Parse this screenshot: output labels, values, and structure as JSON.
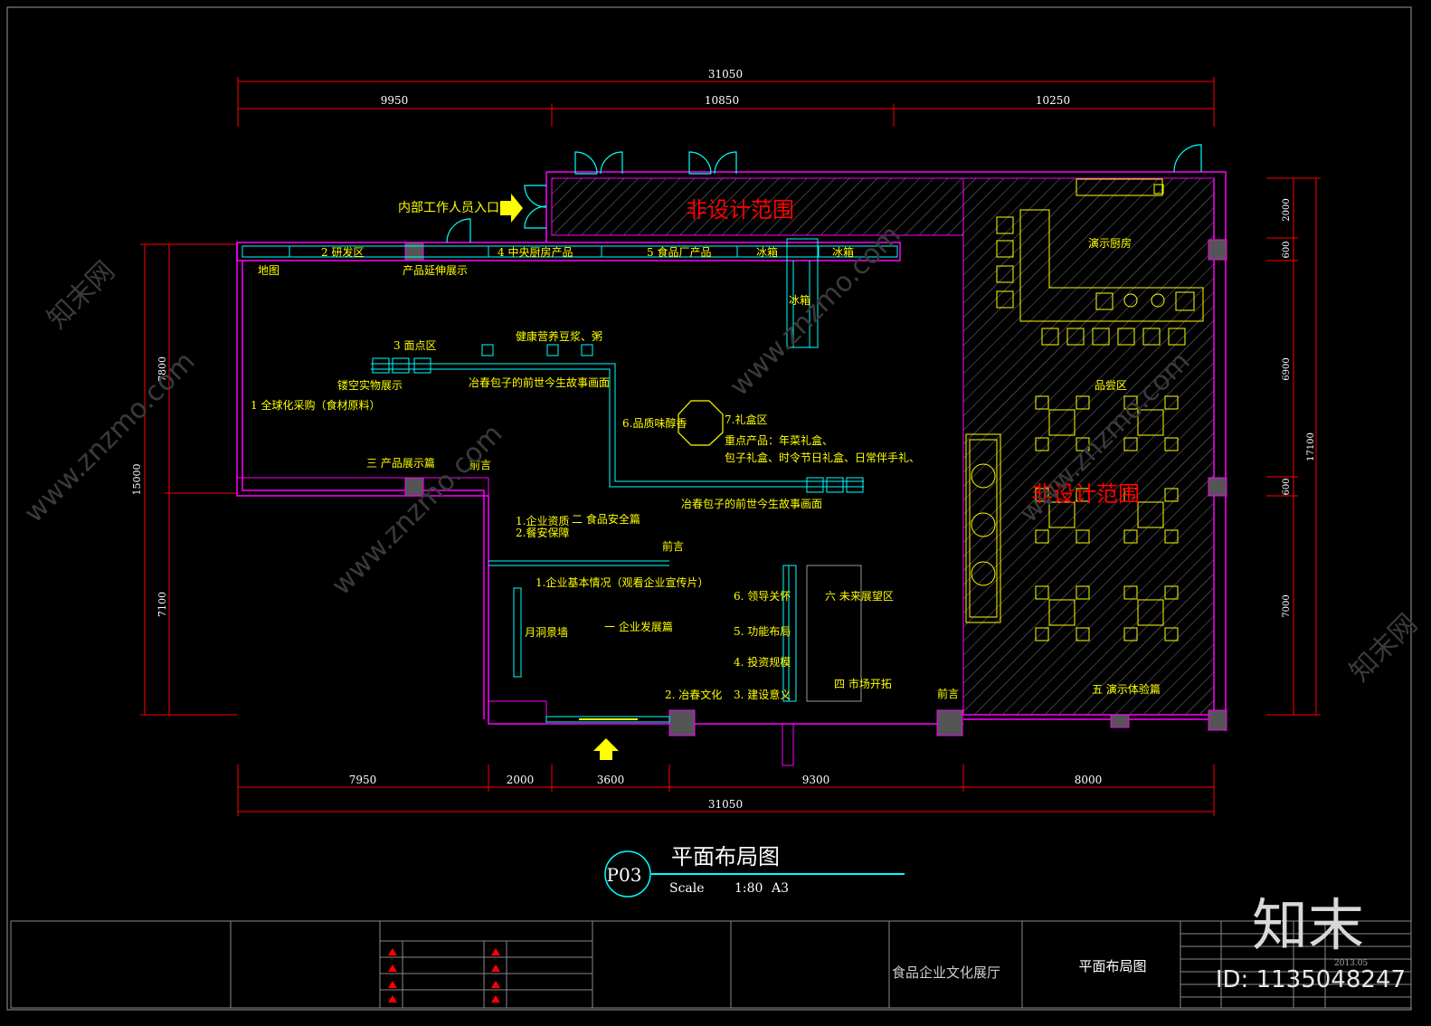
{
  "dimensions": {
    "top_total": "31050",
    "top_segments": [
      "9950",
      "10850",
      "10250"
    ],
    "bottom_total": "31050",
    "bottom_segments": [
      "7950",
      "2000",
      "3600",
      "9300",
      "8000"
    ],
    "left_total": "15000",
    "left_segments": [
      "7800",
      "7100"
    ],
    "right_total": "17100",
    "right_segments": [
      "2000",
      "600",
      "6900",
      "600",
      "7000"
    ]
  },
  "labels": {
    "non_design_top": "非设计范围",
    "non_design_right": "非设计范围",
    "staff_entrance": "内部工作人员入口",
    "rd_zone": "2 研发区",
    "map": "地图",
    "product_extension": "产品延伸展示",
    "central_kitchen": "4 中央厨房产品",
    "food_factory": "5 食品厂产品",
    "fridge_1": "冰箱",
    "fridge_2": "冰箱",
    "fridge_3": "冰箱",
    "pastry_zone": "3 面点区",
    "soy_milk": "健康营养豆浆、粥",
    "hollow_display": "镂空实物展示",
    "story_wall_1": "冶春包子的前世今生故事画面",
    "global_purchase": "1 全球化采购（食材原料）",
    "quality_taste": "6.品质味醇香",
    "gift_box_zone": "7.礼盒区",
    "key_products_1": "重点产品：年菜礼盒、",
    "key_products_2": "包子礼盒、时令节日礼盒、日常伴手礼、",
    "product_chapter": "三 产品展示篇",
    "preface_1": "前言",
    "story_wall_2": "冶春包子的前世今生故事画面",
    "food_safety_a": "1.企业资质",
    "food_safety_b": "二 食品安全篇",
    "food_safety_c": "2.餐安保障",
    "preface_2": "前言",
    "company_overview": "1.企业基本情况（观看企业宣传片）",
    "moon_gate": "月洞景墙",
    "development": "一 企业发展篇",
    "leader_care": "6. 领导关怀",
    "future_zone": "六 未来展望区",
    "function_layout": "5. 功能布局",
    "investment": "4. 投资规模",
    "market": "四 市场开拓",
    "yechun_culture": "2. 冶春文化",
    "construction": "3. 建设意义",
    "preface_3": "前言",
    "demo_kitchen": "演示厨房",
    "tasting_zone": "品尝区",
    "demo_experience": "五 演示体验篇"
  },
  "title_block": {
    "sheet_no": "P03",
    "title": "平面布局图",
    "scale_label": "Scale",
    "scale_value": "1:80",
    "paper": "A3",
    "project_name": "食品企业文化展厅",
    "drawing_name": "平面布局图",
    "date": "2013.05"
  },
  "watermark": {
    "brand": "知末",
    "site": "www.znzmo.com",
    "site_cn": "知末网",
    "id_label": "ID: 1135048247"
  },
  "colors": {
    "background": "#000000",
    "wall": "#ff00ff",
    "fixture": "#00ffff",
    "label": "#ffff00",
    "warning": "#ff0000",
    "dimension": "#ff0000",
    "dim_text": "#ffffff",
    "hatch": "#8c8c8c"
  }
}
